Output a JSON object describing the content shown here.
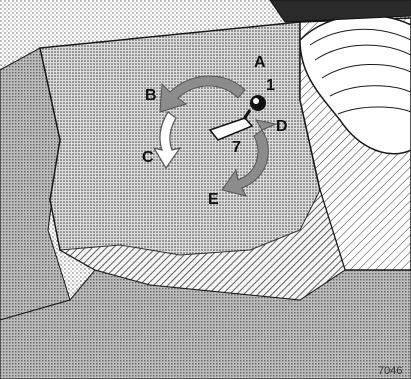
{
  "illustration": {
    "callouts": {
      "a": "A",
      "b": "B",
      "c": "C",
      "d": "D",
      "e": "E",
      "one": "1",
      "seven": "7"
    },
    "figure_code": "7046"
  },
  "colors": {
    "arrow_fill": "#8c8c8c",
    "arrow_outline_fill": "#ffffff",
    "line_art": "#1a1a1a",
    "paper": "#ffffff"
  }
}
